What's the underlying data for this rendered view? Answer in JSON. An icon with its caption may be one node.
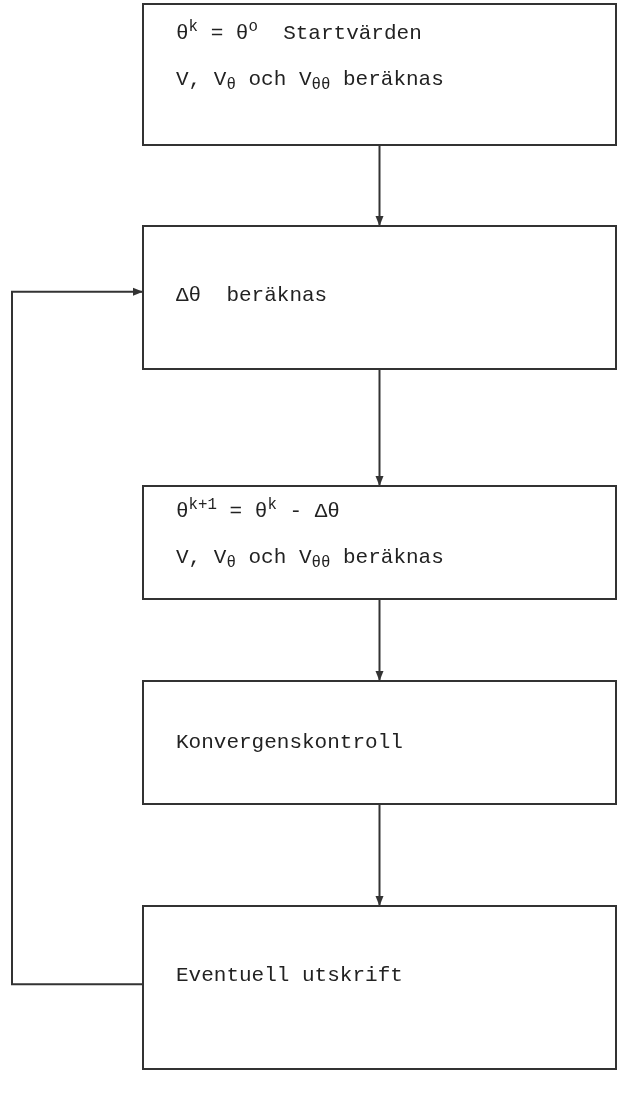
{
  "diagram": {
    "nodes": [
      {
        "text": [
          "θ$^{k}$ = θ$^{o}$  Startvärden",
          "V, V$_{θ}$ och V$_{θθ}$ beräknas"
        ]
      },
      {
        "text": [
          "Δθ  beräknas"
        ]
      },
      {
        "text": [
          "θ$^{k+1}$ = θ$^{k}$ - Δθ",
          "V, V$_{θ}$ och V$_{θθ}$ beräknas"
        ]
      },
      {
        "text": [
          "Konvergenskontroll"
        ]
      },
      {
        "text": [
          "Eventuell utskrift"
        ]
      }
    ],
    "edges": [
      {
        "from": 0,
        "to": 1,
        "arrow": "to"
      },
      {
        "from": 1,
        "to": 2,
        "arrow": "to"
      },
      {
        "from": 2,
        "to": 3,
        "arrow": "to"
      },
      {
        "from": 3,
        "to": 4,
        "arrow": "to"
      },
      {
        "from": 4,
        "to": 1,
        "arrow": "to"
      }
    ]
  }
}
